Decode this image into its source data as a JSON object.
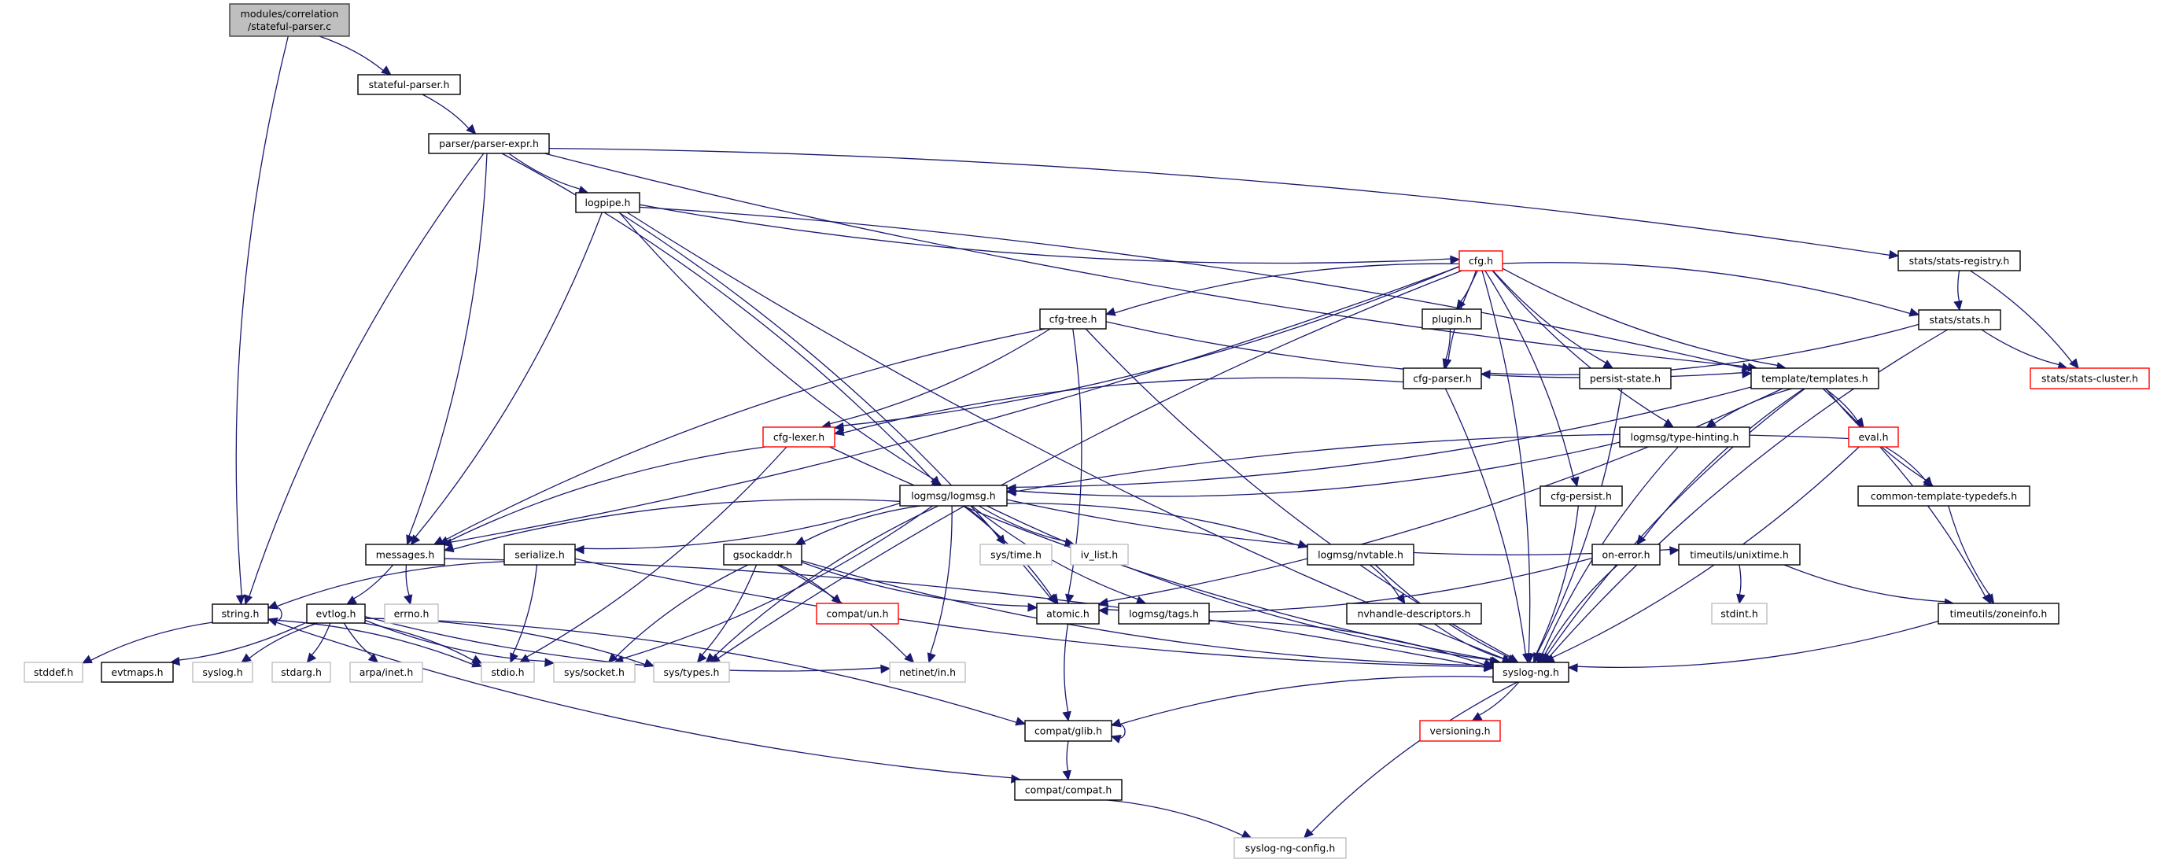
{
  "title": "Include dependency graph for modules/correlation/stateful-parser.c",
  "colors": {
    "edge": "#191970",
    "root_fill": "#bfbfbf",
    "documented_border": "#000000",
    "undocumented_border": "#ff0000",
    "system_border": "#bfbfbf"
  },
  "nodes": [
    {
      "id": "root",
      "label": [
        "modules/correlation",
        "/stateful-parser.c"
      ],
      "kind": "root"
    },
    {
      "id": "stateful_parser_h",
      "label": [
        "stateful-parser.h"
      ],
      "kind": "documented"
    },
    {
      "id": "parser_expr_h",
      "label": [
        "parser/parser-expr.h"
      ],
      "kind": "documented"
    },
    {
      "id": "logpipe_h",
      "label": [
        "logpipe.h"
      ],
      "kind": "documented"
    },
    {
      "id": "stats_registry_h",
      "label": [
        "stats/stats-registry.h"
      ],
      "kind": "documented"
    },
    {
      "id": "cfg_h",
      "label": [
        "cfg.h"
      ],
      "kind": "missing"
    },
    {
      "id": "cfg_tree_h",
      "label": [
        "cfg-tree.h"
      ],
      "kind": "documented"
    },
    {
      "id": "plugin_h",
      "label": [
        "plugin.h"
      ],
      "kind": "documented"
    },
    {
      "id": "stats_h",
      "label": [
        "stats/stats.h"
      ],
      "kind": "documented"
    },
    {
      "id": "stats_cluster_h",
      "label": [
        "stats/stats-cluster.h"
      ],
      "kind": "missing"
    },
    {
      "id": "cfg_parser_h",
      "label": [
        "cfg-parser.h"
      ],
      "kind": "documented"
    },
    {
      "id": "persist_state_h",
      "label": [
        "persist-state.h"
      ],
      "kind": "documented"
    },
    {
      "id": "templates_h",
      "label": [
        "template/templates.h"
      ],
      "kind": "documented"
    },
    {
      "id": "cfg_lexer_h",
      "label": [
        "cfg-lexer.h"
      ],
      "kind": "missing"
    },
    {
      "id": "type_hinting_h",
      "label": [
        "logmsg/type-hinting.h"
      ],
      "kind": "documented"
    },
    {
      "id": "eval_h",
      "label": [
        "eval.h"
      ],
      "kind": "missing"
    },
    {
      "id": "logmsg_h",
      "label": [
        "logmsg/logmsg.h"
      ],
      "kind": "documented"
    },
    {
      "id": "cfg_persist_h",
      "label": [
        "cfg-persist.h"
      ],
      "kind": "documented"
    },
    {
      "id": "common_template_typedefs_h",
      "label": [
        "common-template-typedefs.h"
      ],
      "kind": "documented"
    },
    {
      "id": "messages_h",
      "label": [
        "messages.h"
      ],
      "kind": "documented"
    },
    {
      "id": "serialize_h",
      "label": [
        "serialize.h"
      ],
      "kind": "documented"
    },
    {
      "id": "gsockaddr_h",
      "label": [
        "gsockaddr.h"
      ],
      "kind": "documented"
    },
    {
      "id": "sys_time_h",
      "label": [
        "sys/time.h"
      ],
      "kind": "system"
    },
    {
      "id": "iv_list_h",
      "label": [
        "iv_list.h"
      ],
      "kind": "system"
    },
    {
      "id": "nvtable_h",
      "label": [
        "logmsg/nvtable.h"
      ],
      "kind": "documented"
    },
    {
      "id": "on_error_h",
      "label": [
        "on-error.h"
      ],
      "kind": "documented"
    },
    {
      "id": "unixtime_h",
      "label": [
        "timeutils/unixtime.h"
      ],
      "kind": "documented"
    },
    {
      "id": "string_h",
      "label": [
        "string.h"
      ],
      "kind": "documented"
    },
    {
      "id": "evtlog_h",
      "label": [
        "evtlog.h"
      ],
      "kind": "documented"
    },
    {
      "id": "errno_h",
      "label": [
        "errno.h"
      ],
      "kind": "system"
    },
    {
      "id": "compat_un_h",
      "label": [
        "compat/un.h"
      ],
      "kind": "missing"
    },
    {
      "id": "atomic_h",
      "label": [
        "atomic.h"
      ],
      "kind": "documented"
    },
    {
      "id": "tags_h",
      "label": [
        "logmsg/tags.h"
      ],
      "kind": "documented"
    },
    {
      "id": "nvhandle_descriptors_h",
      "label": [
        "nvhandle-descriptors.h"
      ],
      "kind": "documented"
    },
    {
      "id": "stdint_h",
      "label": [
        "stdint.h"
      ],
      "kind": "system"
    },
    {
      "id": "zoneinfo_h",
      "label": [
        "timeutils/zoneinfo.h"
      ],
      "kind": "documented"
    },
    {
      "id": "stddef_h",
      "label": [
        "stddef.h"
      ],
      "kind": "system"
    },
    {
      "id": "evtmaps_h",
      "label": [
        "evtmaps.h"
      ],
      "kind": "documented"
    },
    {
      "id": "syslog_h",
      "label": [
        "syslog.h"
      ],
      "kind": "system"
    },
    {
      "id": "stdarg_h",
      "label": [
        "stdarg.h"
      ],
      "kind": "system"
    },
    {
      "id": "arpa_inet_h",
      "label": [
        "arpa/inet.h"
      ],
      "kind": "system"
    },
    {
      "id": "stdio_h",
      "label": [
        "stdio.h"
      ],
      "kind": "system"
    },
    {
      "id": "sys_socket_h",
      "label": [
        "sys/socket.h"
      ],
      "kind": "system"
    },
    {
      "id": "sys_types_h",
      "label": [
        "sys/types.h"
      ],
      "kind": "system"
    },
    {
      "id": "netinet_in_h",
      "label": [
        "netinet/in.h"
      ],
      "kind": "system"
    },
    {
      "id": "syslog_ng_h",
      "label": [
        "syslog-ng.h"
      ],
      "kind": "documented"
    },
    {
      "id": "compat_glib_h",
      "label": [
        "compat/glib.h"
      ],
      "kind": "documented"
    },
    {
      "id": "versioning_h",
      "label": [
        "versioning.h"
      ],
      "kind": "missing"
    },
    {
      "id": "compat_compat_h",
      "label": [
        "compat/compat.h"
      ],
      "kind": "documented"
    },
    {
      "id": "syslog_ng_config_h",
      "label": [
        "syslog-ng-config.h"
      ],
      "kind": "system"
    }
  ],
  "edges": [
    [
      "root",
      "stateful_parser_h"
    ],
    [
      "root",
      "string_h"
    ],
    [
      "stateful_parser_h",
      "parser_expr_h"
    ],
    [
      "parser_expr_h",
      "logpipe_h"
    ],
    [
      "parser_expr_h",
      "messages_h"
    ],
    [
      "parser_expr_h",
      "string_h"
    ],
    [
      "parser_expr_h",
      "logmsg_h"
    ],
    [
      "parser_expr_h",
      "templates_h"
    ],
    [
      "parser_expr_h",
      "stats_registry_h"
    ],
    [
      "logpipe_h",
      "cfg_h"
    ],
    [
      "logpipe_h",
      "messages_h"
    ],
    [
      "logpipe_h",
      "logmsg_h"
    ],
    [
      "logpipe_h",
      "atomic_h"
    ],
    [
      "logpipe_h",
      "syslog_ng_h"
    ],
    [
      "logpipe_h",
      "templates_h"
    ],
    [
      "cfg_h",
      "cfg_tree_h"
    ],
    [
      "cfg_h",
      "plugin_h"
    ],
    [
      "cfg_h",
      "cfg_parser_h"
    ],
    [
      "cfg_h",
      "cfg_lexer_h"
    ],
    [
      "cfg_h",
      "persist_state_h"
    ],
    [
      "cfg_h",
      "cfg_persist_h"
    ],
    [
      "cfg_h",
      "templates_h"
    ],
    [
      "cfg_h",
      "stats_h"
    ],
    [
      "cfg_h",
      "type_hinting_h"
    ],
    [
      "cfg_h",
      "syslog_ng_h"
    ],
    [
      "cfg_h",
      "sys_types_h"
    ],
    [
      "cfg_h",
      "messages_h"
    ],
    [
      "cfg_tree_h",
      "templates_h"
    ],
    [
      "cfg_tree_h",
      "cfg_lexer_h"
    ],
    [
      "cfg_tree_h",
      "messages_h"
    ],
    [
      "cfg_tree_h",
      "atomic_h"
    ],
    [
      "cfg_tree_h",
      "syslog_ng_h"
    ],
    [
      "plugin_h",
      "cfg_parser_h"
    ],
    [
      "cfg_parser_h",
      "cfg_lexer_h"
    ],
    [
      "cfg_parser_h",
      "syslog_ng_h"
    ],
    [
      "stats_registry_h",
      "stats_h"
    ],
    [
      "stats_registry_h",
      "stats_cluster_h"
    ],
    [
      "stats_h",
      "stats_cluster_h"
    ],
    [
      "stats_h",
      "cfg_parser_h"
    ],
    [
      "stats_h",
      "syslog_ng_h"
    ],
    [
      "persist_state_h",
      "syslog_ng_h"
    ],
    [
      "templates_h",
      "type_hinting_h"
    ],
    [
      "templates_h",
      "eval_h"
    ],
    [
      "templates_h",
      "common_template_typedefs_h"
    ],
    [
      "templates_h",
      "zoneinfo_h"
    ],
    [
      "templates_h",
      "on_error_h"
    ],
    [
      "templates_h",
      "atomic_h"
    ],
    [
      "templates_h",
      "syslog_ng_h"
    ],
    [
      "templates_h",
      "logmsg_h"
    ],
    [
      "cfg_lexer_h",
      "messages_h"
    ],
    [
      "cfg_lexer_h",
      "stdio_h"
    ],
    [
      "cfg_lexer_h",
      "syslog_ng_h"
    ],
    [
      "type_hinting_h",
      "logmsg_h"
    ],
    [
      "type_hinting_h",
      "syslog_ng_h"
    ],
    [
      "eval_h",
      "common_template_typedefs_h"
    ],
    [
      "eval_h",
      "logmsg_h"
    ],
    [
      "eval_h",
      "syslog_ng_h"
    ],
    [
      "common_template_typedefs_h",
      "zoneinfo_h"
    ],
    [
      "cfg_persist_h",
      "syslog_ng_h"
    ],
    [
      "logmsg_h",
      "messages_h"
    ],
    [
      "logmsg_h",
      "serialize_h"
    ],
    [
      "logmsg_h",
      "gsockaddr_h"
    ],
    [
      "logmsg_h",
      "sys_time_h"
    ],
    [
      "logmsg_h",
      "iv_list_h"
    ],
    [
      "logmsg_h",
      "atomic_h"
    ],
    [
      "logmsg_h",
      "tags_h"
    ],
    [
      "logmsg_h",
      "nvtable_h"
    ],
    [
      "logmsg_h",
      "unixtime_h"
    ],
    [
      "logmsg_h",
      "netinet_in_h"
    ],
    [
      "logmsg_h",
      "sys_types_h"
    ],
    [
      "logmsg_h",
      "sys_socket_h"
    ],
    [
      "logmsg_h",
      "syslog_ng_h"
    ],
    [
      "messages_h",
      "evtlog_h"
    ],
    [
      "messages_h",
      "errno_h"
    ],
    [
      "messages_h",
      "syslog_ng_h"
    ],
    [
      "serialize_h",
      "string_h"
    ],
    [
      "serialize_h",
      "stdio_h"
    ],
    [
      "serialize_h",
      "syslog_ng_h"
    ],
    [
      "gsockaddr_h",
      "compat_un_h"
    ],
    [
      "gsockaddr_h",
      "atomic_h"
    ],
    [
      "gsockaddr_h",
      "sys_types_h"
    ],
    [
      "gsockaddr_h",
      "sys_socket_h"
    ],
    [
      "gsockaddr_h",
      "netinet_in_h"
    ],
    [
      "gsockaddr_h",
      "syslog_ng_h"
    ],
    [
      "nvtable_h",
      "nvhandle_descriptors_h"
    ],
    [
      "nvtable_h",
      "syslog_ng_h"
    ],
    [
      "on_error_h",
      "atomic_h"
    ],
    [
      "on_error_h",
      "syslog_ng_h"
    ],
    [
      "unixtime_h",
      "stdint_h"
    ],
    [
      "unixtime_h",
      "zoneinfo_h"
    ],
    [
      "string_h",
      "string_h"
    ],
    [
      "string_h",
      "stddef_h"
    ],
    [
      "string_h",
      "stdio_h"
    ],
    [
      "string_h",
      "compat_compat_h"
    ],
    [
      "evtlog_h",
      "evtmaps_h"
    ],
    [
      "evtlog_h",
      "syslog_h"
    ],
    [
      "evtlog_h",
      "stdarg_h"
    ],
    [
      "evtlog_h",
      "arpa_inet_h"
    ],
    [
      "evtlog_h",
      "stdio_h"
    ],
    [
      "evtlog_h",
      "sys_socket_h"
    ],
    [
      "evtlog_h",
      "sys_types_h"
    ],
    [
      "evtlog_h",
      "netinet_in_h"
    ],
    [
      "evtlog_h",
      "compat_glib_h"
    ],
    [
      "atomic_h",
      "compat_glib_h"
    ],
    [
      "tags_h",
      "syslog_ng_h"
    ],
    [
      "nvhandle_descriptors_h",
      "syslog_ng_h"
    ],
    [
      "zoneinfo_h",
      "syslog_ng_h"
    ],
    [
      "syslog_ng_h",
      "compat_glib_h"
    ],
    [
      "syslog_ng_h",
      "versioning_h"
    ],
    [
      "syslog_ng_h",
      "syslog_ng_config_h"
    ],
    [
      "compat_glib_h",
      "compat_glib_h"
    ],
    [
      "compat_glib_h",
      "compat_compat_h"
    ],
    [
      "compat_compat_h",
      "syslog_ng_config_h"
    ]
  ]
}
